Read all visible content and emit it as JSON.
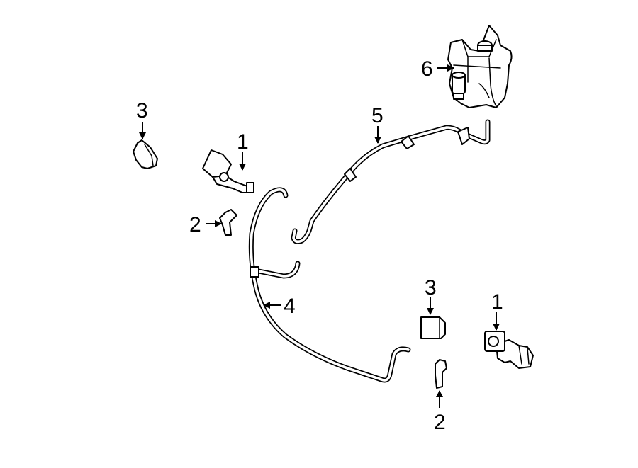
{
  "diagram": {
    "callouts": [
      {
        "id": "c1a",
        "label": "1"
      },
      {
        "id": "c1b",
        "label": "1"
      },
      {
        "id": "c2a",
        "label": "2"
      },
      {
        "id": "c2b",
        "label": "2"
      },
      {
        "id": "c3a",
        "label": "3"
      },
      {
        "id": "c3b",
        "label": "3"
      },
      {
        "id": "c4",
        "label": "4"
      },
      {
        "id": "c5",
        "label": "5"
      },
      {
        "id": "c6",
        "label": "6"
      }
    ]
  }
}
